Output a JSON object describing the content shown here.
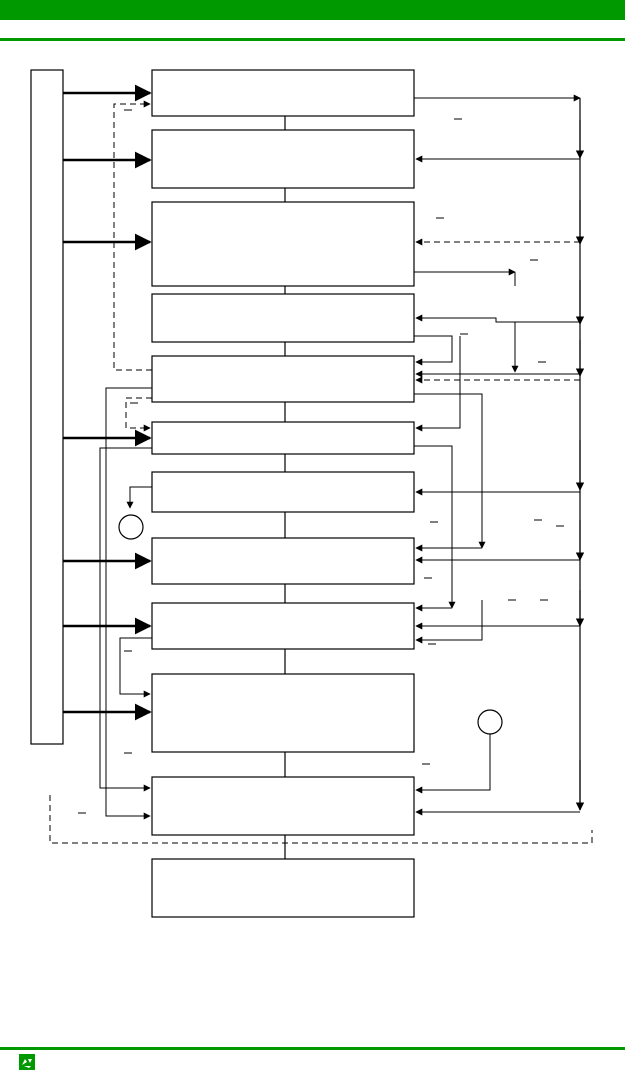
{
  "colors": {
    "accent": "#009900",
    "line": "#000000"
  },
  "icons": {
    "footer_logo": "recycling-logo-icon"
  },
  "diagram": {
    "blocks": [
      {
        "id": "block-1"
      },
      {
        "id": "block-2"
      },
      {
        "id": "block-3"
      },
      {
        "id": "block-4"
      },
      {
        "id": "block-5"
      },
      {
        "id": "block-6"
      },
      {
        "id": "block-7"
      },
      {
        "id": "block-8"
      },
      {
        "id": "block-9"
      },
      {
        "id": "block-10"
      },
      {
        "id": "block-11"
      },
      {
        "id": "block-12"
      }
    ],
    "connectors": 2
  }
}
